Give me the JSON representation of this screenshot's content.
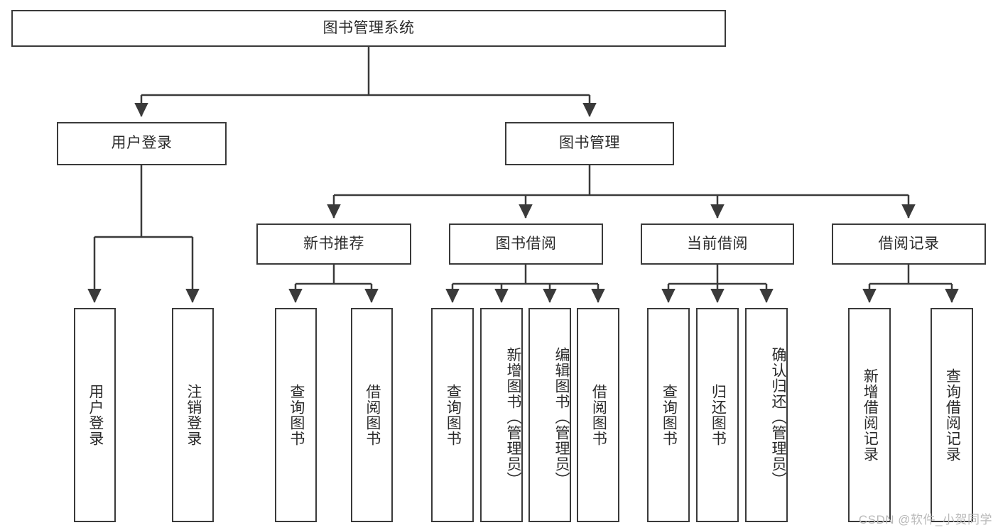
{
  "diagram": {
    "type": "tree",
    "title": "图书管理系统",
    "watermark": "CSDN @软件_小贺同学",
    "colors": {
      "stroke": "#3a3a3a",
      "fill": "#ffffff",
      "text": "#2b2b2b",
      "watermark": "#b9b9b9"
    },
    "levels": {
      "root": {
        "label": "图书管理系统"
      },
      "level2": [
        {
          "id": "user-login",
          "label": "用户登录"
        },
        {
          "id": "book-manage",
          "label": "图书管理"
        }
      ],
      "level3": [
        {
          "id": "new-book-rec",
          "label": "新书推荐"
        },
        {
          "id": "book-borrow",
          "label": "图书借阅"
        },
        {
          "id": "current-borrow",
          "label": "当前借阅"
        },
        {
          "id": "borrow-record",
          "label": "借阅记录"
        }
      ],
      "level4": [
        {
          "id": "leaf-user-login",
          "label": "用户登录",
          "parent": "user-login"
        },
        {
          "id": "leaf-user-logout",
          "label": "注销登录",
          "parent": "user-login"
        },
        {
          "id": "leaf-query-book-1",
          "label": "查询图书",
          "parent": "new-book-rec"
        },
        {
          "id": "leaf-borrow-book-1",
          "label": "借阅图书",
          "parent": "new-book-rec"
        },
        {
          "id": "leaf-query-book-2",
          "label": "查询图书",
          "parent": "book-borrow"
        },
        {
          "id": "leaf-add-book",
          "label": "新增图书（管理员）",
          "parent": "book-borrow"
        },
        {
          "id": "leaf-edit-book",
          "label": "编辑图书（管理员）",
          "parent": "book-borrow"
        },
        {
          "id": "leaf-borrow-book-2",
          "label": "借阅图书",
          "parent": "book-borrow"
        },
        {
          "id": "leaf-query-book-3",
          "label": "查询图书",
          "parent": "current-borrow"
        },
        {
          "id": "leaf-return-book",
          "label": "归还图书",
          "parent": "current-borrow"
        },
        {
          "id": "leaf-confirm-return",
          "label": "确认归还（管理员）",
          "parent": "current-borrow"
        },
        {
          "id": "leaf-add-record",
          "label": "新增借阅记录",
          "parent": "borrow-record"
        },
        {
          "id": "leaf-query-record",
          "label": "查询借阅记录",
          "parent": "borrow-record"
        }
      ]
    }
  }
}
